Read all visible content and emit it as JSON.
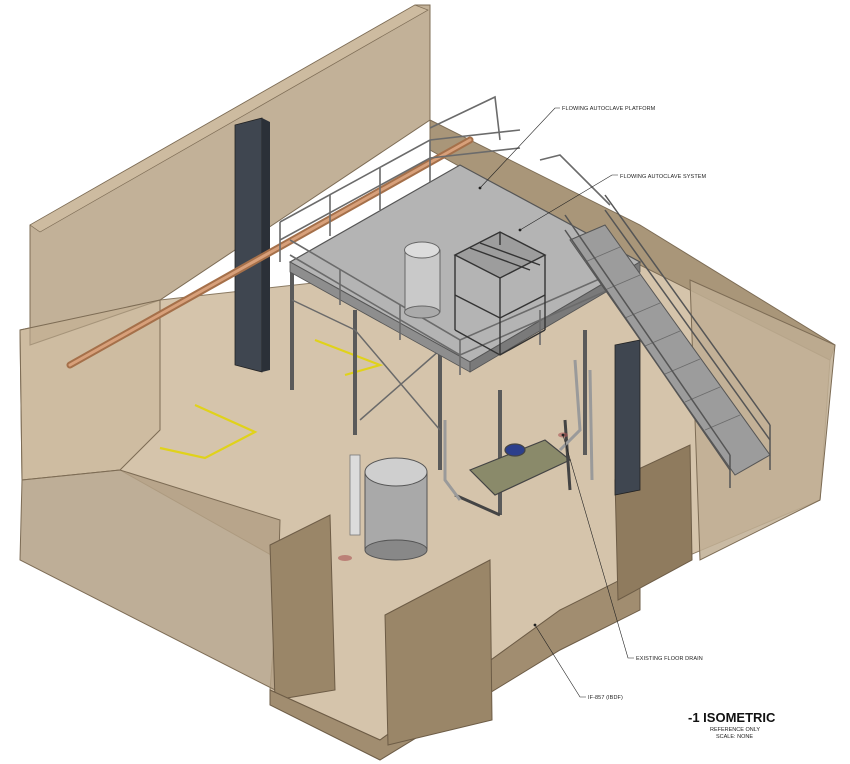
{
  "drawing": {
    "callouts": {
      "platform": "FLOWING AUTOCLAVE PLATFORM",
      "system": "FLOWING AUTOCLAVE SYSTEM",
      "drain": "EXISTING FLOOR DRAIN",
      "room": "IF-857 (IBDF)"
    },
    "title_block": {
      "title": "-1 ISOMETRIC",
      "note": "REFERENCE ONLY",
      "scale": "SCALE: NONE"
    }
  },
  "colors": {
    "wall": "#b9a68c",
    "wall_dark": "#9a8668",
    "floor": "#d5c4ab",
    "platform": "#b4b4b4",
    "steel": "#5a5a5a",
    "column": "#3f4650",
    "pipe": "#c48a5e",
    "tape": "#e0d21a"
  }
}
